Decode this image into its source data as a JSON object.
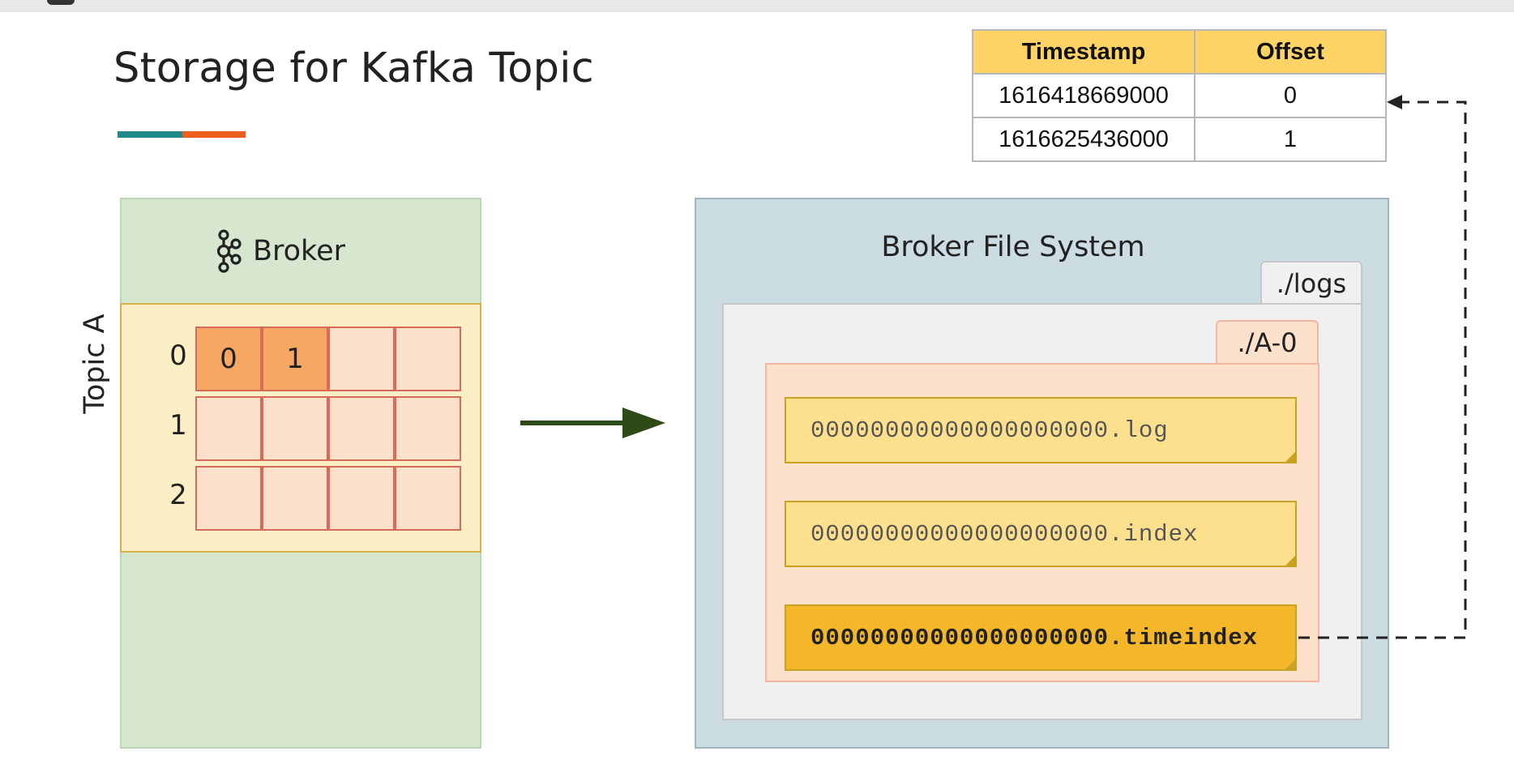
{
  "title": "Storage for Kafka Topic",
  "colors": {
    "accent_teal": "#1f8a8a",
    "accent_orange": "#ef5d1f"
  },
  "broker": {
    "label": "Broker",
    "icon": "kafka-icon",
    "topic_label": "Topic A",
    "partitions": [
      {
        "label": "0",
        "cells": [
          "0",
          "1",
          "",
          ""
        ],
        "filled": [
          true,
          true,
          false,
          false
        ]
      },
      {
        "label": "1",
        "cells": [
          "",
          "",
          "",
          ""
        ],
        "filled": [
          false,
          false,
          false,
          false
        ]
      },
      {
        "label": "2",
        "cells": [
          "",
          "",
          "",
          ""
        ],
        "filled": [
          false,
          false,
          false,
          false
        ]
      }
    ]
  },
  "file_system": {
    "label": "Broker File System",
    "logs_folder": "./logs",
    "partition_folder": "./A-0",
    "files": [
      {
        "name": "00000000000000000000.log",
        "highlighted": false
      },
      {
        "name": "00000000000000000000.index",
        "highlighted": false
      },
      {
        "name": "00000000000000000000.timeindex",
        "highlighted": true
      }
    ]
  },
  "timeindex_table": {
    "headers": [
      "Timestamp",
      "Offset"
    ],
    "rows": [
      [
        "1616418669000",
        "0"
      ],
      [
        "1616625436000",
        "1"
      ]
    ]
  }
}
